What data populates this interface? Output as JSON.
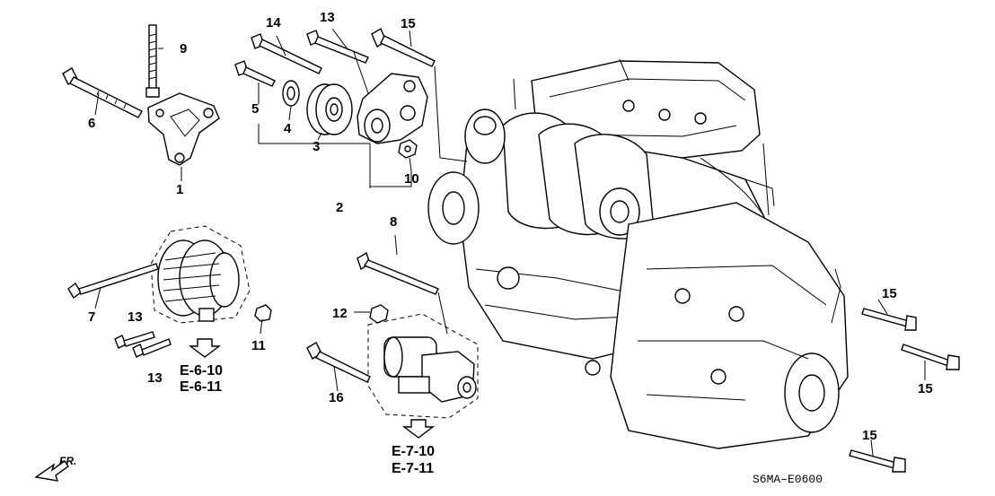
{
  "callouts": {
    "c1": "1",
    "c2": "2",
    "c3": "3",
    "c4": "4",
    "c5": "5",
    "c6": "6",
    "c7": "7",
    "c8": "8",
    "c9": "9",
    "c10": "10",
    "c11": "11",
    "c12": "12",
    "c13a": "13",
    "c13b": "13",
    "c13c": "13",
    "c14": "14",
    "c15a": "15",
    "c15b": "15",
    "c15c": "15",
    "c15d": "15",
    "c16": "16"
  },
  "references": {
    "alt_ref_1": "E-6-10",
    "alt_ref_2": "E-6-11",
    "starter_ref_1": "E-7-10",
    "starter_ref_2": "E-7-11"
  },
  "diagram_code": "S6MA–E0600",
  "front_marker": "FR."
}
